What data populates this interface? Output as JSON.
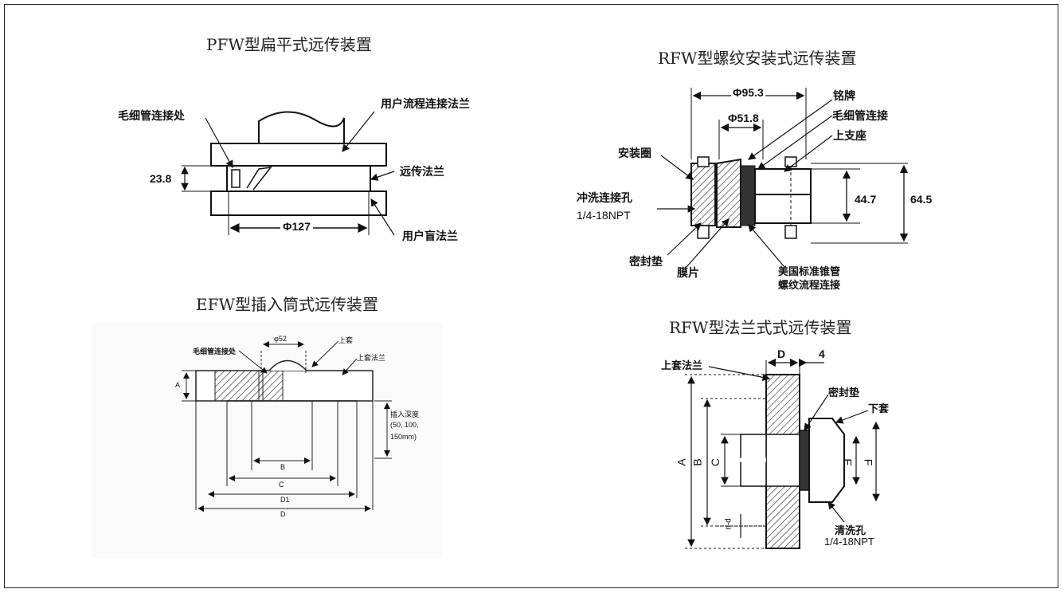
{
  "pfw": {
    "title": "PFW型扁平式远传装置",
    "capillary_joint": "毛细管连接处",
    "process_flange": "用户流程连接法兰",
    "remote_flange": "远传法兰",
    "blind_flange": "用户盲法兰",
    "thickness": "23.8",
    "diameter": "Φ127"
  },
  "rfw_thread": {
    "title": "RFW型螺纹安装式远传装置",
    "d_outer": "Φ95.3",
    "d_inner": "Φ51.8",
    "nameplate": "铭牌",
    "capillary": "毛细管连接",
    "upper_seat": "上支座",
    "mount_ring": "安装圈",
    "flush_hole": "冲洗连接孔",
    "flush_thread": "1/4-18NPT",
    "h_inner": "44.7",
    "h_outer": "64.5",
    "gasket": "密封垫",
    "diaphragm": "膜片",
    "npt_line1": "美国标准锥管",
    "npt_line2": "螺纹流程连接"
  },
  "efw": {
    "title": "EFW型插入筒式远传装置",
    "d52": "φ52",
    "upper_sleeve": "上套",
    "capillary_joint": "毛细管连接处",
    "upper_flange": "上套法兰",
    "depth_line1": "插入深度",
    "depth_line2": "(50, 100,",
    "depth_line3": "150mm)",
    "dim_a": "A",
    "dim_b": "B",
    "dim_c": "C",
    "dim_d1": "D1",
    "dim_d": "D"
  },
  "rfw_flange": {
    "title": "RFW型法兰式式远传装置",
    "dim_d": "D",
    "dim_4": "4",
    "upper_flange": "上套法兰",
    "gasket": "密封垫",
    "lower_sleeve": "下套",
    "dim_a": "A",
    "dim_b": "B",
    "dim_c": "C",
    "dim_e": "E",
    "dim_f": "F",
    "dim_nd": "n-d",
    "wash_hole": "清洗孔",
    "wash_thread": "1/4-18NPT"
  }
}
